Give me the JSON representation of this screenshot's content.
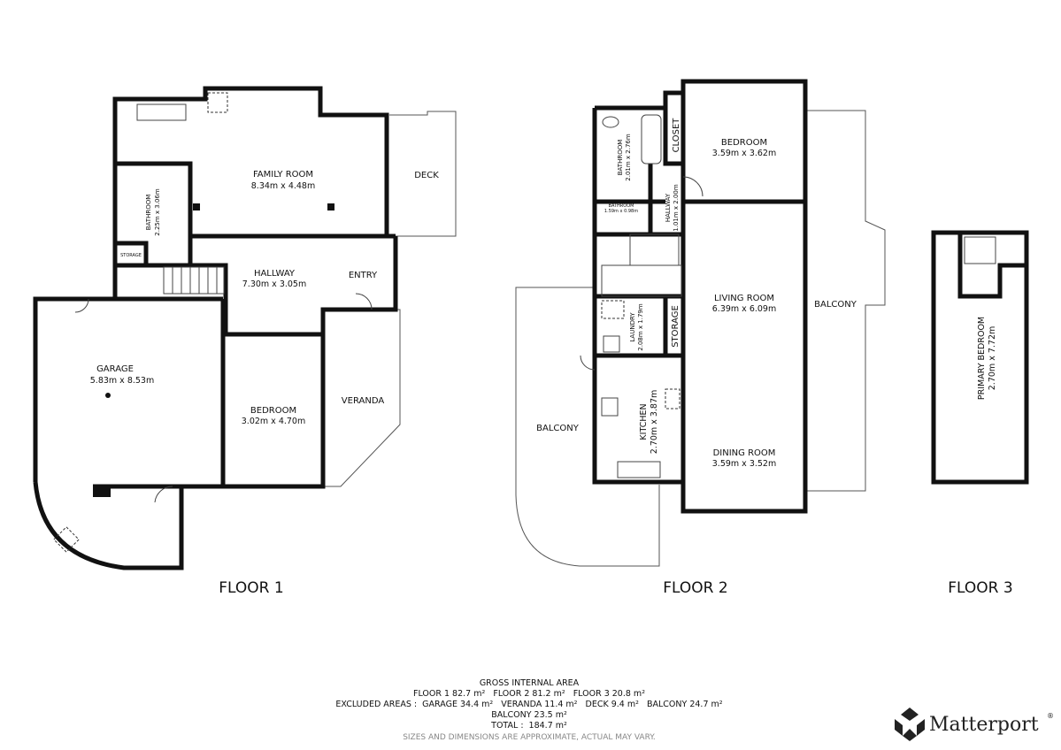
{
  "floor1": {
    "label": "FLOOR 1",
    "rooms": {
      "family_room": {
        "name": "FAMILY ROOM",
        "dims": "8.34m x 4.48m"
      },
      "deck": {
        "name": "DECK"
      },
      "bathroom": {
        "name": "BATHROOM",
        "dims": "2.25m x 3.06m"
      },
      "storage": {
        "name": "STORAGE"
      },
      "hallway": {
        "name": "HALLWAY",
        "dims": "7.30m x 3.05m"
      },
      "entry": {
        "name": "ENTRY"
      },
      "garage": {
        "name": "GARAGE",
        "dims": "5.83m x 8.53m"
      },
      "bedroom": {
        "name": "BEDROOM",
        "dims": "3.02m x 4.70m"
      },
      "veranda": {
        "name": "VERANDA"
      }
    }
  },
  "floor2": {
    "label": "FLOOR 2",
    "rooms": {
      "bathroom": {
        "name": "BATHROOM",
        "dims": "2.01m x 2.76m"
      },
      "bathroom_small": {
        "name": "BATHROOM",
        "dims": "1.59m x 0.98m"
      },
      "closet": {
        "name": "CLOSET"
      },
      "hallway": {
        "name": "HALLWAY",
        "dims": "1.01m x 2.00m"
      },
      "bedroom": {
        "name": "BEDROOM",
        "dims": "3.59m x 3.62m"
      },
      "living_room": {
        "name": "LIVING ROOM",
        "dims": "6.39m x 6.09m"
      },
      "laundry": {
        "name": "LAUNDRY",
        "dims": "2.08m x 1.79m"
      },
      "storage": {
        "name": "STORAGE"
      },
      "kitchen": {
        "name": "KITCHEN",
        "dims": "2.70m x 3.87m"
      },
      "dining_room": {
        "name": "DINING ROOM",
        "dims": "3.59m x 3.52m"
      },
      "balcony_left": {
        "name": "BALCONY"
      },
      "balcony_right": {
        "name": "BALCONY"
      }
    }
  },
  "floor3": {
    "label": "FLOOR 3",
    "rooms": {
      "primary_bedroom": {
        "name": "PRIMARY BEDROOM",
        "dims": "2.70m x 7.72m"
      }
    }
  },
  "summary": {
    "heading": "GROSS INTERNAL AREA",
    "floors_line": "FLOOR 1 82.7 m²   FLOOR 2 81.2 m²   FLOOR 3 20.8 m²",
    "excluded_line": "EXCLUDED AREAS :  GARAGE 34.4 m²   VERANDA 11.4 m²   DECK 9.4 m²   BALCONY 24.7 m²",
    "balcony_line": "BALCONY 23.5 m²",
    "total_line": "TOTAL :  184.7 m²",
    "disclaimer": "SIZES AND DIMENSIONS ARE APPROXIMATE, ACTUAL MAY VARY."
  },
  "brand": {
    "name": "Matterport",
    "mark": "®",
    "icon": "matterport-cube-icon"
  }
}
